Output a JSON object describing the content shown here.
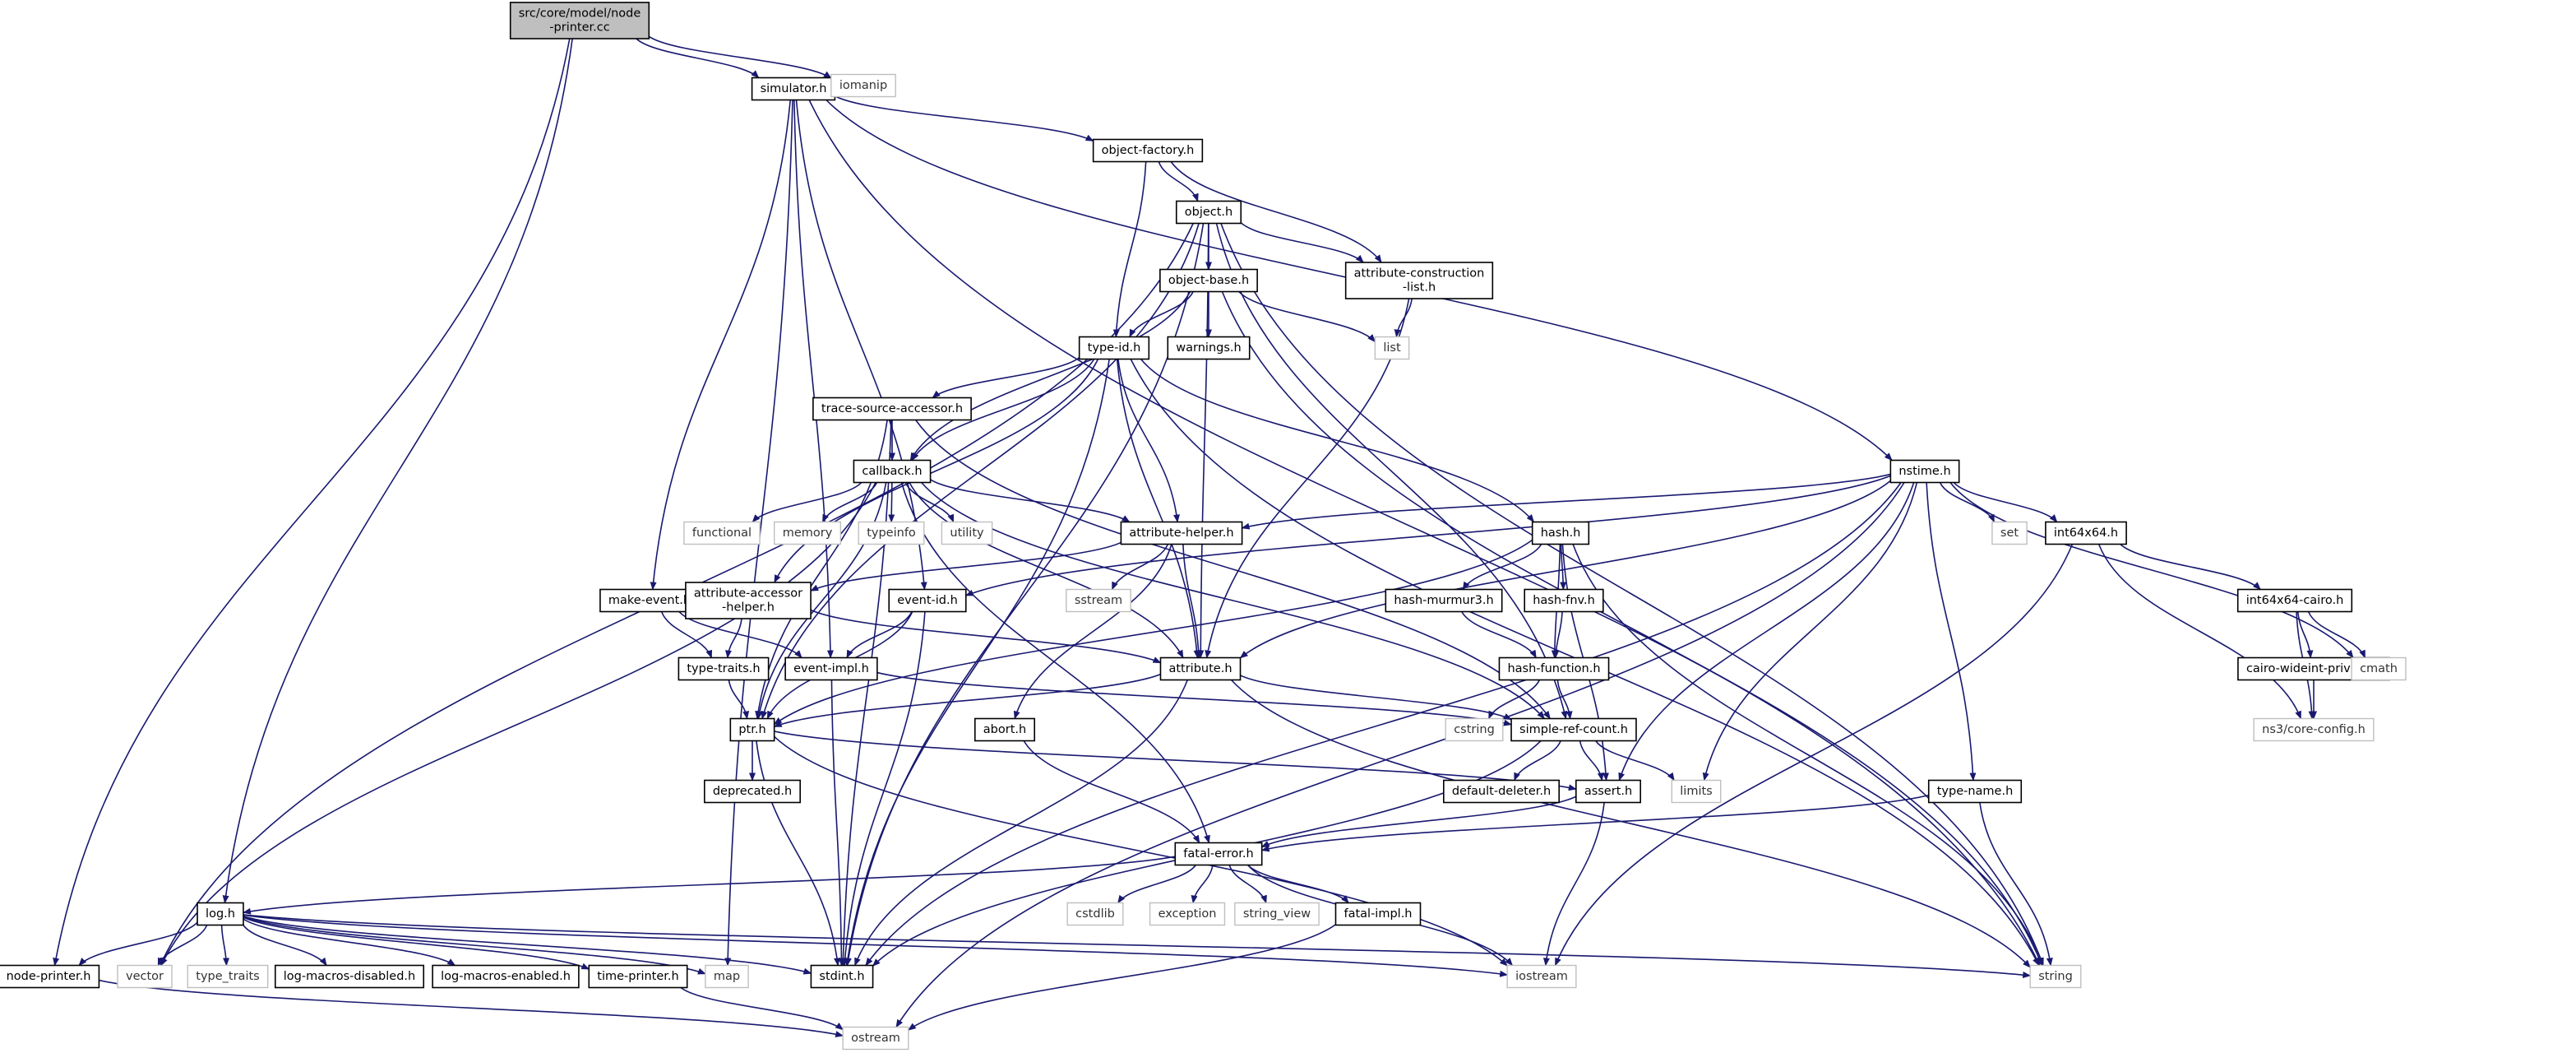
{
  "colors": {
    "edge": "#191970",
    "node_border": "#000000",
    "system_border": "#bfbfbf",
    "root_fill": "#bfbfbf",
    "background": "#ffffff"
  },
  "nodes": [
    {
      "id": "root",
      "lines": [
        "src/core/model/node",
        "-printer.cc"
      ],
      "kind": "root"
    },
    {
      "id": "simulator",
      "lines": [
        "simulator.h"
      ],
      "kind": "doc"
    },
    {
      "id": "iomanip",
      "lines": [
        "iomanip"
      ],
      "kind": "sys"
    },
    {
      "id": "object-factory",
      "lines": [
        "object-factory.h"
      ],
      "kind": "doc"
    },
    {
      "id": "object",
      "lines": [
        "object.h"
      ],
      "kind": "doc"
    },
    {
      "id": "attribute-construction",
      "lines": [
        "attribute-construction",
        "-list.h"
      ],
      "kind": "doc"
    },
    {
      "id": "object-base",
      "lines": [
        "object-base.h"
      ],
      "kind": "doc"
    },
    {
      "id": "list",
      "lines": [
        "list"
      ],
      "kind": "sys"
    },
    {
      "id": "type-id",
      "lines": [
        "type-id.h"
      ],
      "kind": "doc"
    },
    {
      "id": "warnings",
      "lines": [
        "warnings.h"
      ],
      "kind": "doc"
    },
    {
      "id": "trace-source-accessor",
      "lines": [
        "trace-source-accessor.h"
      ],
      "kind": "doc"
    },
    {
      "id": "callback",
      "lines": [
        "callback.h"
      ],
      "kind": "doc"
    },
    {
      "id": "functional",
      "lines": [
        "functional"
      ],
      "kind": "sys"
    },
    {
      "id": "memory",
      "lines": [
        "memory"
      ],
      "kind": "sys"
    },
    {
      "id": "typeinfo",
      "lines": [
        "typeinfo"
      ],
      "kind": "sys"
    },
    {
      "id": "utility",
      "lines": [
        "utility"
      ],
      "kind": "sys"
    },
    {
      "id": "attribute-helper",
      "lines": [
        "attribute-helper.h"
      ],
      "kind": "doc"
    },
    {
      "id": "nstime",
      "lines": [
        "nstime.h"
      ],
      "kind": "doc"
    },
    {
      "id": "set",
      "lines": [
        "set"
      ],
      "kind": "sys"
    },
    {
      "id": "int64x64",
      "lines": [
        "int64x64.h"
      ],
      "kind": "doc"
    },
    {
      "id": "hash",
      "lines": [
        "hash.h"
      ],
      "kind": "doc"
    },
    {
      "id": "hash-murmur3",
      "lines": [
        "hash-murmur3.h"
      ],
      "kind": "doc"
    },
    {
      "id": "hash-fnv",
      "lines": [
        "hash-fnv.h"
      ],
      "kind": "doc"
    },
    {
      "id": "hash-function",
      "lines": [
        "hash-function.h"
      ],
      "kind": "doc"
    },
    {
      "id": "int64x64-cairo",
      "lines": [
        "int64x64-cairo.h"
      ],
      "kind": "doc"
    },
    {
      "id": "cairo-wideint-private",
      "lines": [
        "cairo-wideint-private.h"
      ],
      "kind": "doc"
    },
    {
      "id": "cmath",
      "lines": [
        "cmath"
      ],
      "kind": "sys"
    },
    {
      "id": "ns3-core-config",
      "lines": [
        "ns3/core-config.h"
      ],
      "kind": "sys"
    },
    {
      "id": "make-event",
      "lines": [
        "make-event.h"
      ],
      "kind": "doc"
    },
    {
      "id": "attribute-accessor-helper",
      "lines": [
        "attribute-accessor",
        "-helper.h"
      ],
      "kind": "doc"
    },
    {
      "id": "sstream",
      "lines": [
        "sstream"
      ],
      "kind": "sys"
    },
    {
      "id": "event-id",
      "lines": [
        "event-id.h"
      ],
      "kind": "doc"
    },
    {
      "id": "type-traits",
      "lines": [
        "type-traits.h"
      ],
      "kind": "doc"
    },
    {
      "id": "event-impl",
      "lines": [
        "event-impl.h"
      ],
      "kind": "doc"
    },
    {
      "id": "attribute",
      "lines": [
        "attribute.h"
      ],
      "kind": "doc"
    },
    {
      "id": "abort",
      "lines": [
        "abort.h"
      ],
      "kind": "doc"
    },
    {
      "id": "cstring",
      "lines": [
        "cstring"
      ],
      "kind": "sys"
    },
    {
      "id": "simple-ref-count",
      "lines": [
        "simple-ref-count.h"
      ],
      "kind": "doc"
    },
    {
      "id": "ptr",
      "lines": [
        "ptr.h"
      ],
      "kind": "doc"
    },
    {
      "id": "deprecated",
      "lines": [
        "deprecated.h"
      ],
      "kind": "doc"
    },
    {
      "id": "default-deleter",
      "lines": [
        "default-deleter.h"
      ],
      "kind": "doc"
    },
    {
      "id": "assert",
      "lines": [
        "assert.h"
      ],
      "kind": "doc"
    },
    {
      "id": "limits",
      "lines": [
        "limits"
      ],
      "kind": "sys"
    },
    {
      "id": "type-name",
      "lines": [
        "type-name.h"
      ],
      "kind": "doc"
    },
    {
      "id": "fatal-error",
      "lines": [
        "fatal-error.h"
      ],
      "kind": "doc"
    },
    {
      "id": "cstdlib",
      "lines": [
        "cstdlib"
      ],
      "kind": "sys"
    },
    {
      "id": "exception",
      "lines": [
        "exception"
      ],
      "kind": "sys"
    },
    {
      "id": "string_view",
      "lines": [
        "string_view"
      ],
      "kind": "sys"
    },
    {
      "id": "fatal-impl",
      "lines": [
        "fatal-impl.h"
      ],
      "kind": "doc"
    },
    {
      "id": "log",
      "lines": [
        "log.h"
      ],
      "kind": "doc"
    },
    {
      "id": "node-printer",
      "lines": [
        "node-printer.h"
      ],
      "kind": "doc"
    },
    {
      "id": "vector",
      "lines": [
        "vector"
      ],
      "kind": "sys"
    },
    {
      "id": "type_traits",
      "lines": [
        "type_traits"
      ],
      "kind": "sys"
    },
    {
      "id": "log-macros-disabled",
      "lines": [
        "log-macros-disabled.h"
      ],
      "kind": "doc"
    },
    {
      "id": "log-macros-enabled",
      "lines": [
        "log-macros-enabled.h"
      ],
      "kind": "doc"
    },
    {
      "id": "time-printer",
      "lines": [
        "time-printer.h"
      ],
      "kind": "doc"
    },
    {
      "id": "map",
      "lines": [
        "map"
      ],
      "kind": "sys"
    },
    {
      "id": "stdint",
      "lines": [
        "stdint.h"
      ],
      "kind": "doc"
    },
    {
      "id": "iostream",
      "lines": [
        "iostream"
      ],
      "kind": "sys"
    },
    {
      "id": "string",
      "lines": [
        "string"
      ],
      "kind": "sys"
    },
    {
      "id": "ostream",
      "lines": [
        "ostream"
      ],
      "kind": "sys"
    }
  ],
  "edges": [
    [
      "root",
      "simulator"
    ],
    [
      "root",
      "iomanip"
    ],
    [
      "root",
      "log"
    ],
    [
      "root",
      "node-printer"
    ],
    [
      "simulator",
      "object-factory"
    ],
    [
      "simulator",
      "nstime"
    ],
    [
      "simulator",
      "string"
    ],
    [
      "simulator",
      "event-id"
    ],
    [
      "simulator",
      "event-impl"
    ],
    [
      "simulator",
      "make-event"
    ],
    [
      "simulator",
      "map"
    ],
    [
      "object-factory",
      "object"
    ],
    [
      "object-factory",
      "type-id"
    ],
    [
      "object-factory",
      "attribute-construction"
    ],
    [
      "object",
      "object-base"
    ],
    [
      "object",
      "attribute-construction"
    ],
    [
      "object",
      "attribute"
    ],
    [
      "object",
      "ptr"
    ],
    [
      "object",
      "simple-ref-count"
    ],
    [
      "object",
      "vector"
    ],
    [
      "object",
      "stdint"
    ],
    [
      "object",
      "string"
    ],
    [
      "attribute-construction",
      "list"
    ],
    [
      "attribute-construction",
      "attribute"
    ],
    [
      "object-base",
      "type-id"
    ],
    [
      "object-base",
      "warnings"
    ],
    [
      "object-base",
      "callback"
    ],
    [
      "object-base",
      "list"
    ],
    [
      "object-base",
      "string"
    ],
    [
      "type-id",
      "trace-source-accessor"
    ],
    [
      "type-id",
      "callback"
    ],
    [
      "type-id",
      "attribute-helper"
    ],
    [
      "type-id",
      "attribute"
    ],
    [
      "type-id",
      "hash"
    ],
    [
      "type-id",
      "attribute-accessor-helper"
    ],
    [
      "type-id",
      "string"
    ],
    [
      "type-id",
      "stdint"
    ],
    [
      "trace-source-accessor",
      "callback"
    ],
    [
      "trace-source-accessor",
      "ptr"
    ],
    [
      "trace-source-accessor",
      "simple-ref-count"
    ],
    [
      "trace-source-accessor",
      "stdint"
    ],
    [
      "callback",
      "functional"
    ],
    [
      "callback",
      "memory"
    ],
    [
      "callback",
      "typeinfo"
    ],
    [
      "callback",
      "utility"
    ],
    [
      "callback",
      "attribute-helper"
    ],
    [
      "callback",
      "attribute"
    ],
    [
      "callback",
      "ptr"
    ],
    [
      "callback",
      "simple-ref-count"
    ],
    [
      "callback",
      "fatal-error"
    ],
    [
      "callback",
      "vector"
    ],
    [
      "attribute-helper",
      "attribute-accessor-helper"
    ],
    [
      "attribute-helper",
      "sstream"
    ],
    [
      "attribute-helper",
      "attribute"
    ],
    [
      "attribute-helper",
      "abort"
    ],
    [
      "nstime",
      "attribute-helper"
    ],
    [
      "nstime",
      "set"
    ],
    [
      "nstime",
      "int64x64"
    ],
    [
      "nstime",
      "type-name"
    ],
    [
      "nstime",
      "attribute"
    ],
    [
      "nstime",
      "event-id"
    ],
    [
      "nstime",
      "assert"
    ],
    [
      "nstime",
      "limits"
    ],
    [
      "nstime",
      "cmath"
    ],
    [
      "nstime",
      "ostream"
    ],
    [
      "nstime",
      "stdint"
    ],
    [
      "int64x64",
      "int64x64-cairo"
    ],
    [
      "int64x64",
      "ns3-core-config"
    ],
    [
      "int64x64",
      "iostream"
    ],
    [
      "int64x64-cairo",
      "cairo-wideint-private"
    ],
    [
      "int64x64-cairo",
      "cmath"
    ],
    [
      "int64x64-cairo",
      "ns3-core-config"
    ],
    [
      "cairo-wideint-private",
      "ns3-core-config"
    ],
    [
      "hash",
      "hash-murmur3"
    ],
    [
      "hash",
      "hash-fnv"
    ],
    [
      "hash",
      "hash-function"
    ],
    [
      "hash",
      "ptr"
    ],
    [
      "hash",
      "assert"
    ],
    [
      "hash",
      "string"
    ],
    [
      "hash-murmur3",
      "hash-function"
    ],
    [
      "hash-fnv",
      "hash-function"
    ],
    [
      "hash-function",
      "cstring"
    ],
    [
      "hash-function",
      "simple-ref-count"
    ],
    [
      "make-event",
      "type-traits"
    ],
    [
      "make-event",
      "event-impl"
    ],
    [
      "attribute-accessor-helper",
      "type-traits"
    ],
    [
      "attribute-accessor-helper",
      "attribute"
    ],
    [
      "event-id",
      "event-impl"
    ],
    [
      "event-id",
      "ptr"
    ],
    [
      "event-id",
      "stdint"
    ],
    [
      "type-traits",
      "ptr"
    ],
    [
      "event-impl",
      "simple-ref-count"
    ],
    [
      "event-impl",
      "stdint"
    ],
    [
      "attribute",
      "ptr"
    ],
    [
      "attribute",
      "simple-ref-count"
    ],
    [
      "attribute",
      "string"
    ],
    [
      "attribute",
      "stdint"
    ],
    [
      "abort",
      "fatal-error"
    ],
    [
      "simple-ref-count",
      "default-deleter"
    ],
    [
      "simple-ref-count",
      "assert"
    ],
    [
      "simple-ref-count",
      "limits"
    ],
    [
      "simple-ref-count",
      "stdint"
    ],
    [
      "ptr",
      "deprecated"
    ],
    [
      "ptr",
      "assert"
    ],
    [
      "ptr",
      "iostream"
    ],
    [
      "ptr",
      "stdint"
    ],
    [
      "assert",
      "fatal-error"
    ],
    [
      "assert",
      "iostream"
    ],
    [
      "type-name",
      "fatal-error"
    ],
    [
      "type-name",
      "string"
    ],
    [
      "fatal-error",
      "log"
    ],
    [
      "fatal-error",
      "cstdlib"
    ],
    [
      "fatal-error",
      "exception"
    ],
    [
      "fatal-error",
      "string_view"
    ],
    [
      "fatal-error",
      "fatal-impl"
    ],
    [
      "fatal-error",
      "iostream"
    ],
    [
      "fatal-impl",
      "ostream"
    ],
    [
      "log",
      "node-printer"
    ],
    [
      "log",
      "vector"
    ],
    [
      "log",
      "type_traits"
    ],
    [
      "log",
      "log-macros-disabled"
    ],
    [
      "log",
      "log-macros-enabled"
    ],
    [
      "log",
      "time-printer"
    ],
    [
      "log",
      "map"
    ],
    [
      "log",
      "stdint"
    ],
    [
      "log",
      "iostream"
    ],
    [
      "log",
      "string"
    ],
    [
      "node-printer",
      "ostream"
    ],
    [
      "time-printer",
      "ostream"
    ]
  ]
}
